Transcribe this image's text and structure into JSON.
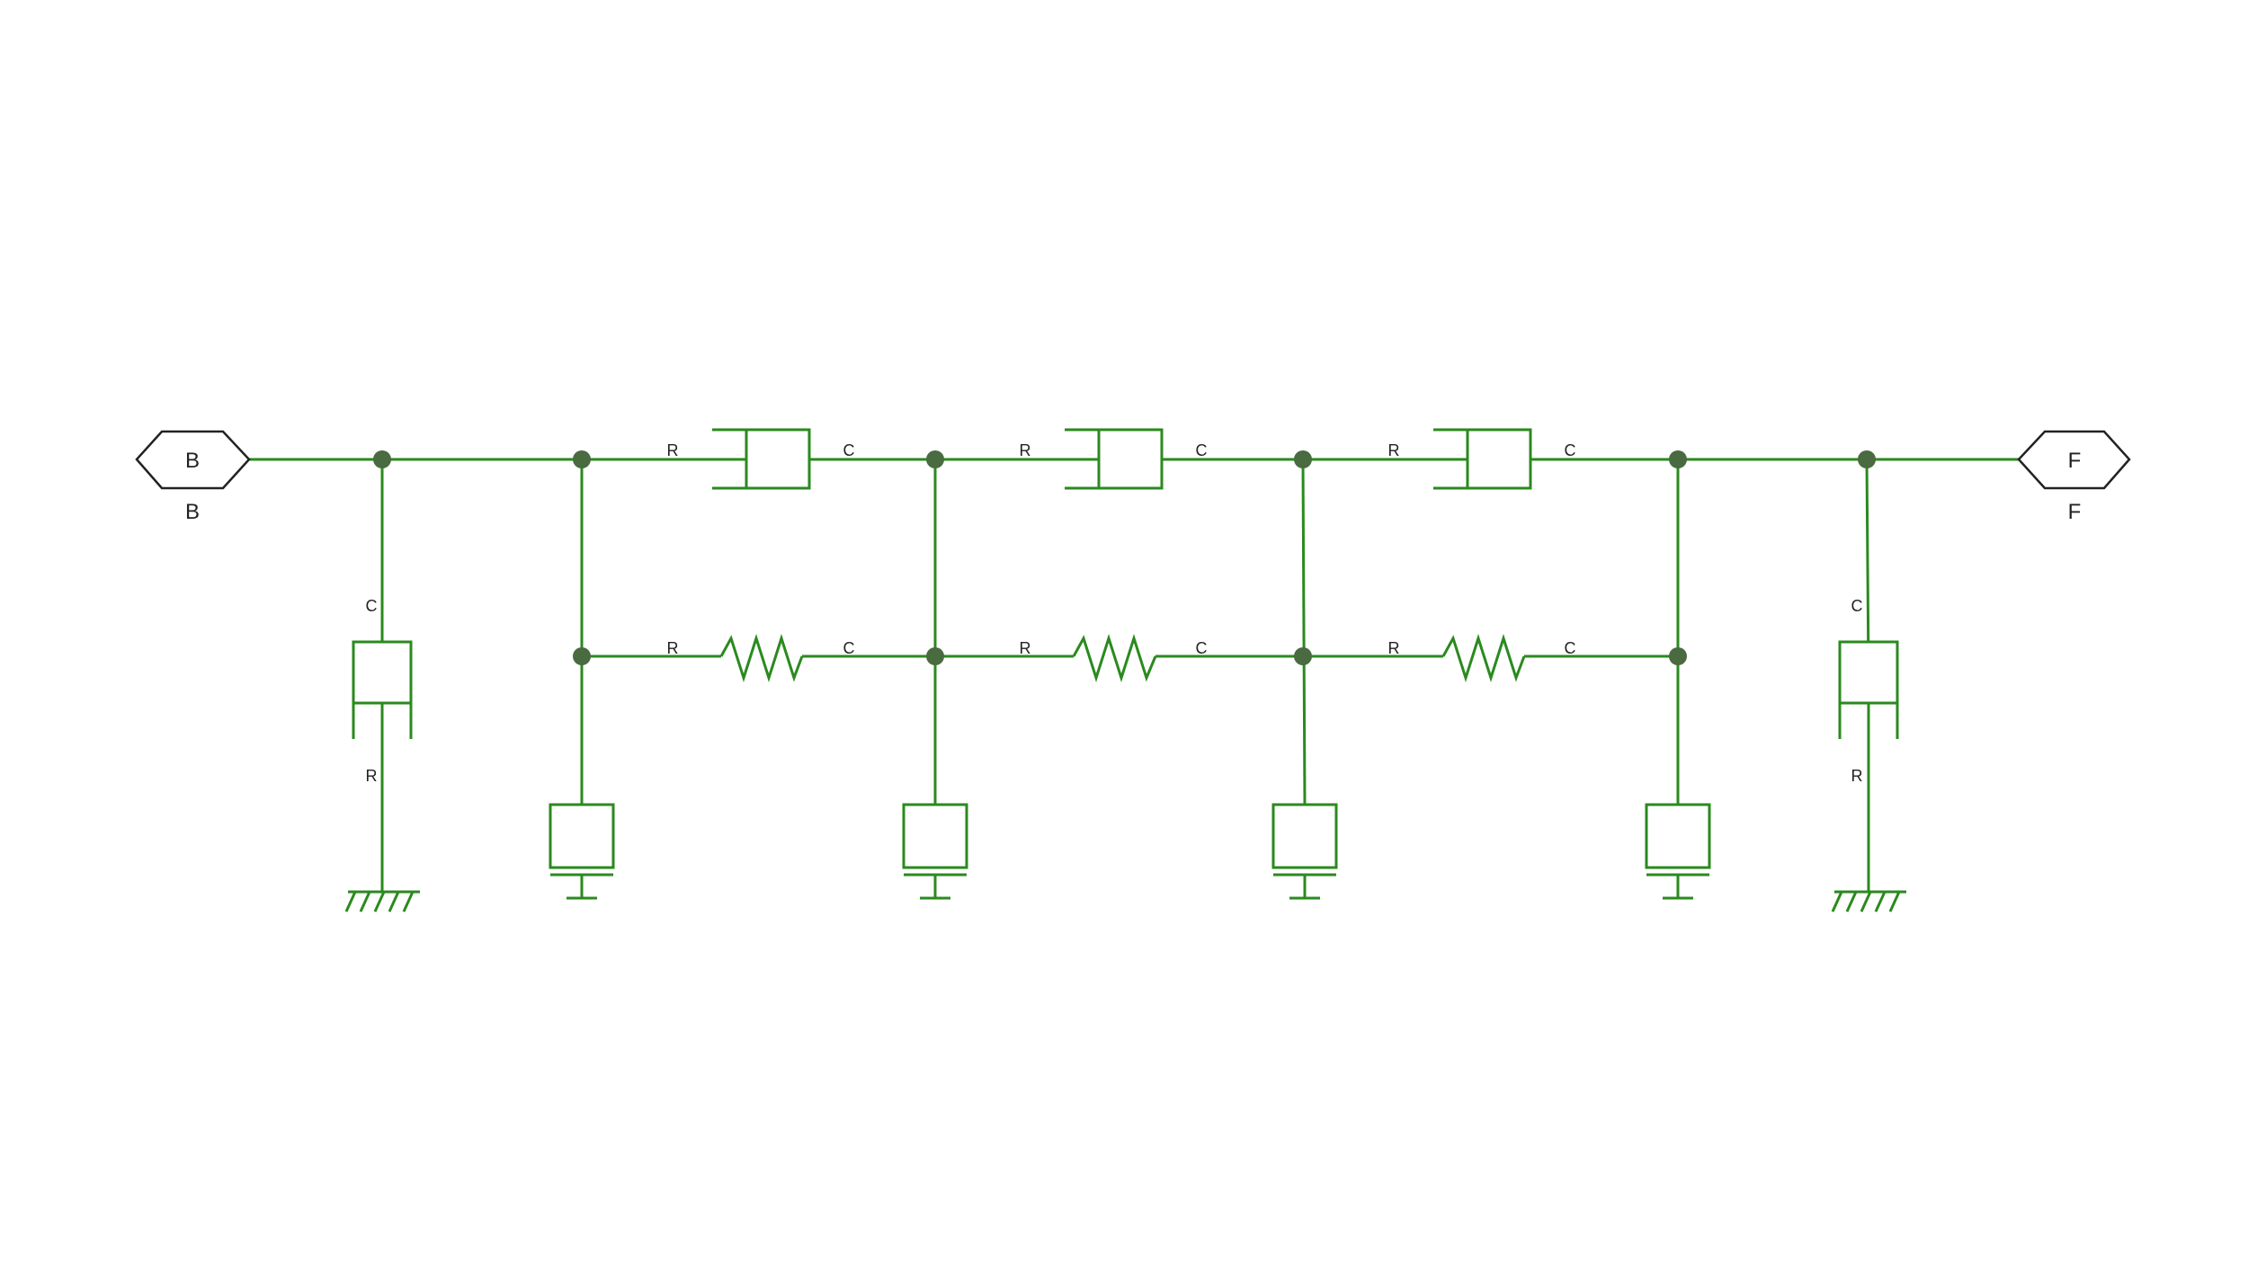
{
  "ports": {
    "left": "B",
    "right": "F"
  },
  "port_captions": {
    "left": "B",
    "right": "F"
  },
  "pin_labels": {
    "r": "R",
    "c": "C"
  },
  "colors": {
    "wire": "#2a8a1e",
    "node": "#4a6a40",
    "port_outline": "#222222"
  }
}
